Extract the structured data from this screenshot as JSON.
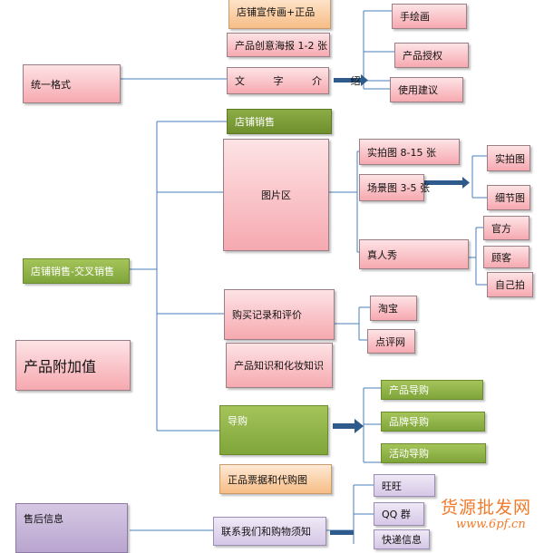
{
  "nodes": {
    "shop_poster": "店铺宣传画+正品",
    "product_poster": "产品创意海报 1-2 张",
    "uniform_format": "统一格式",
    "text_intro": "文 字 介 绍",
    "hand_drawing": "手绘画",
    "product_license": "产品授权",
    "usage_advice": "使用建议",
    "shop_sales": "店铺销售",
    "image_area": "图片区",
    "real_photo_8_15": "实拍图 8-15 张",
    "scene_photo_3_5": "场景图 3-5 张",
    "real_photo": "实拍图",
    "detail_photo": "细节图",
    "real_show": "真人秀",
    "official": "官方",
    "customer": "顾客",
    "self_shot": "自己拍",
    "cross_sales": "店铺销售-交叉销售",
    "purchase_records": "购买记录和评价",
    "taobao": "淘宝",
    "dianping": "点评网",
    "product_value_added": "产品附加值",
    "product_knowledge": "产品知识和化妆知识",
    "shopping_guide": "导购",
    "product_guide": "产品导购",
    "brand_guide": "品牌导购",
    "promo_guide": "活动导购",
    "genuine_receipt": "正品票据和代购图",
    "after_sales": "售后信息",
    "contact_notice": "联系我们和购物须知",
    "wangwang": "旺旺",
    "qq_group": "QQ 群",
    "express_info": "快递信息"
  },
  "watermark": {
    "title": "货源批发网",
    "url": "www.6pf.cn"
  },
  "colors": {
    "connector": "#4a7ebb",
    "arrow": "#2e5a8c"
  }
}
